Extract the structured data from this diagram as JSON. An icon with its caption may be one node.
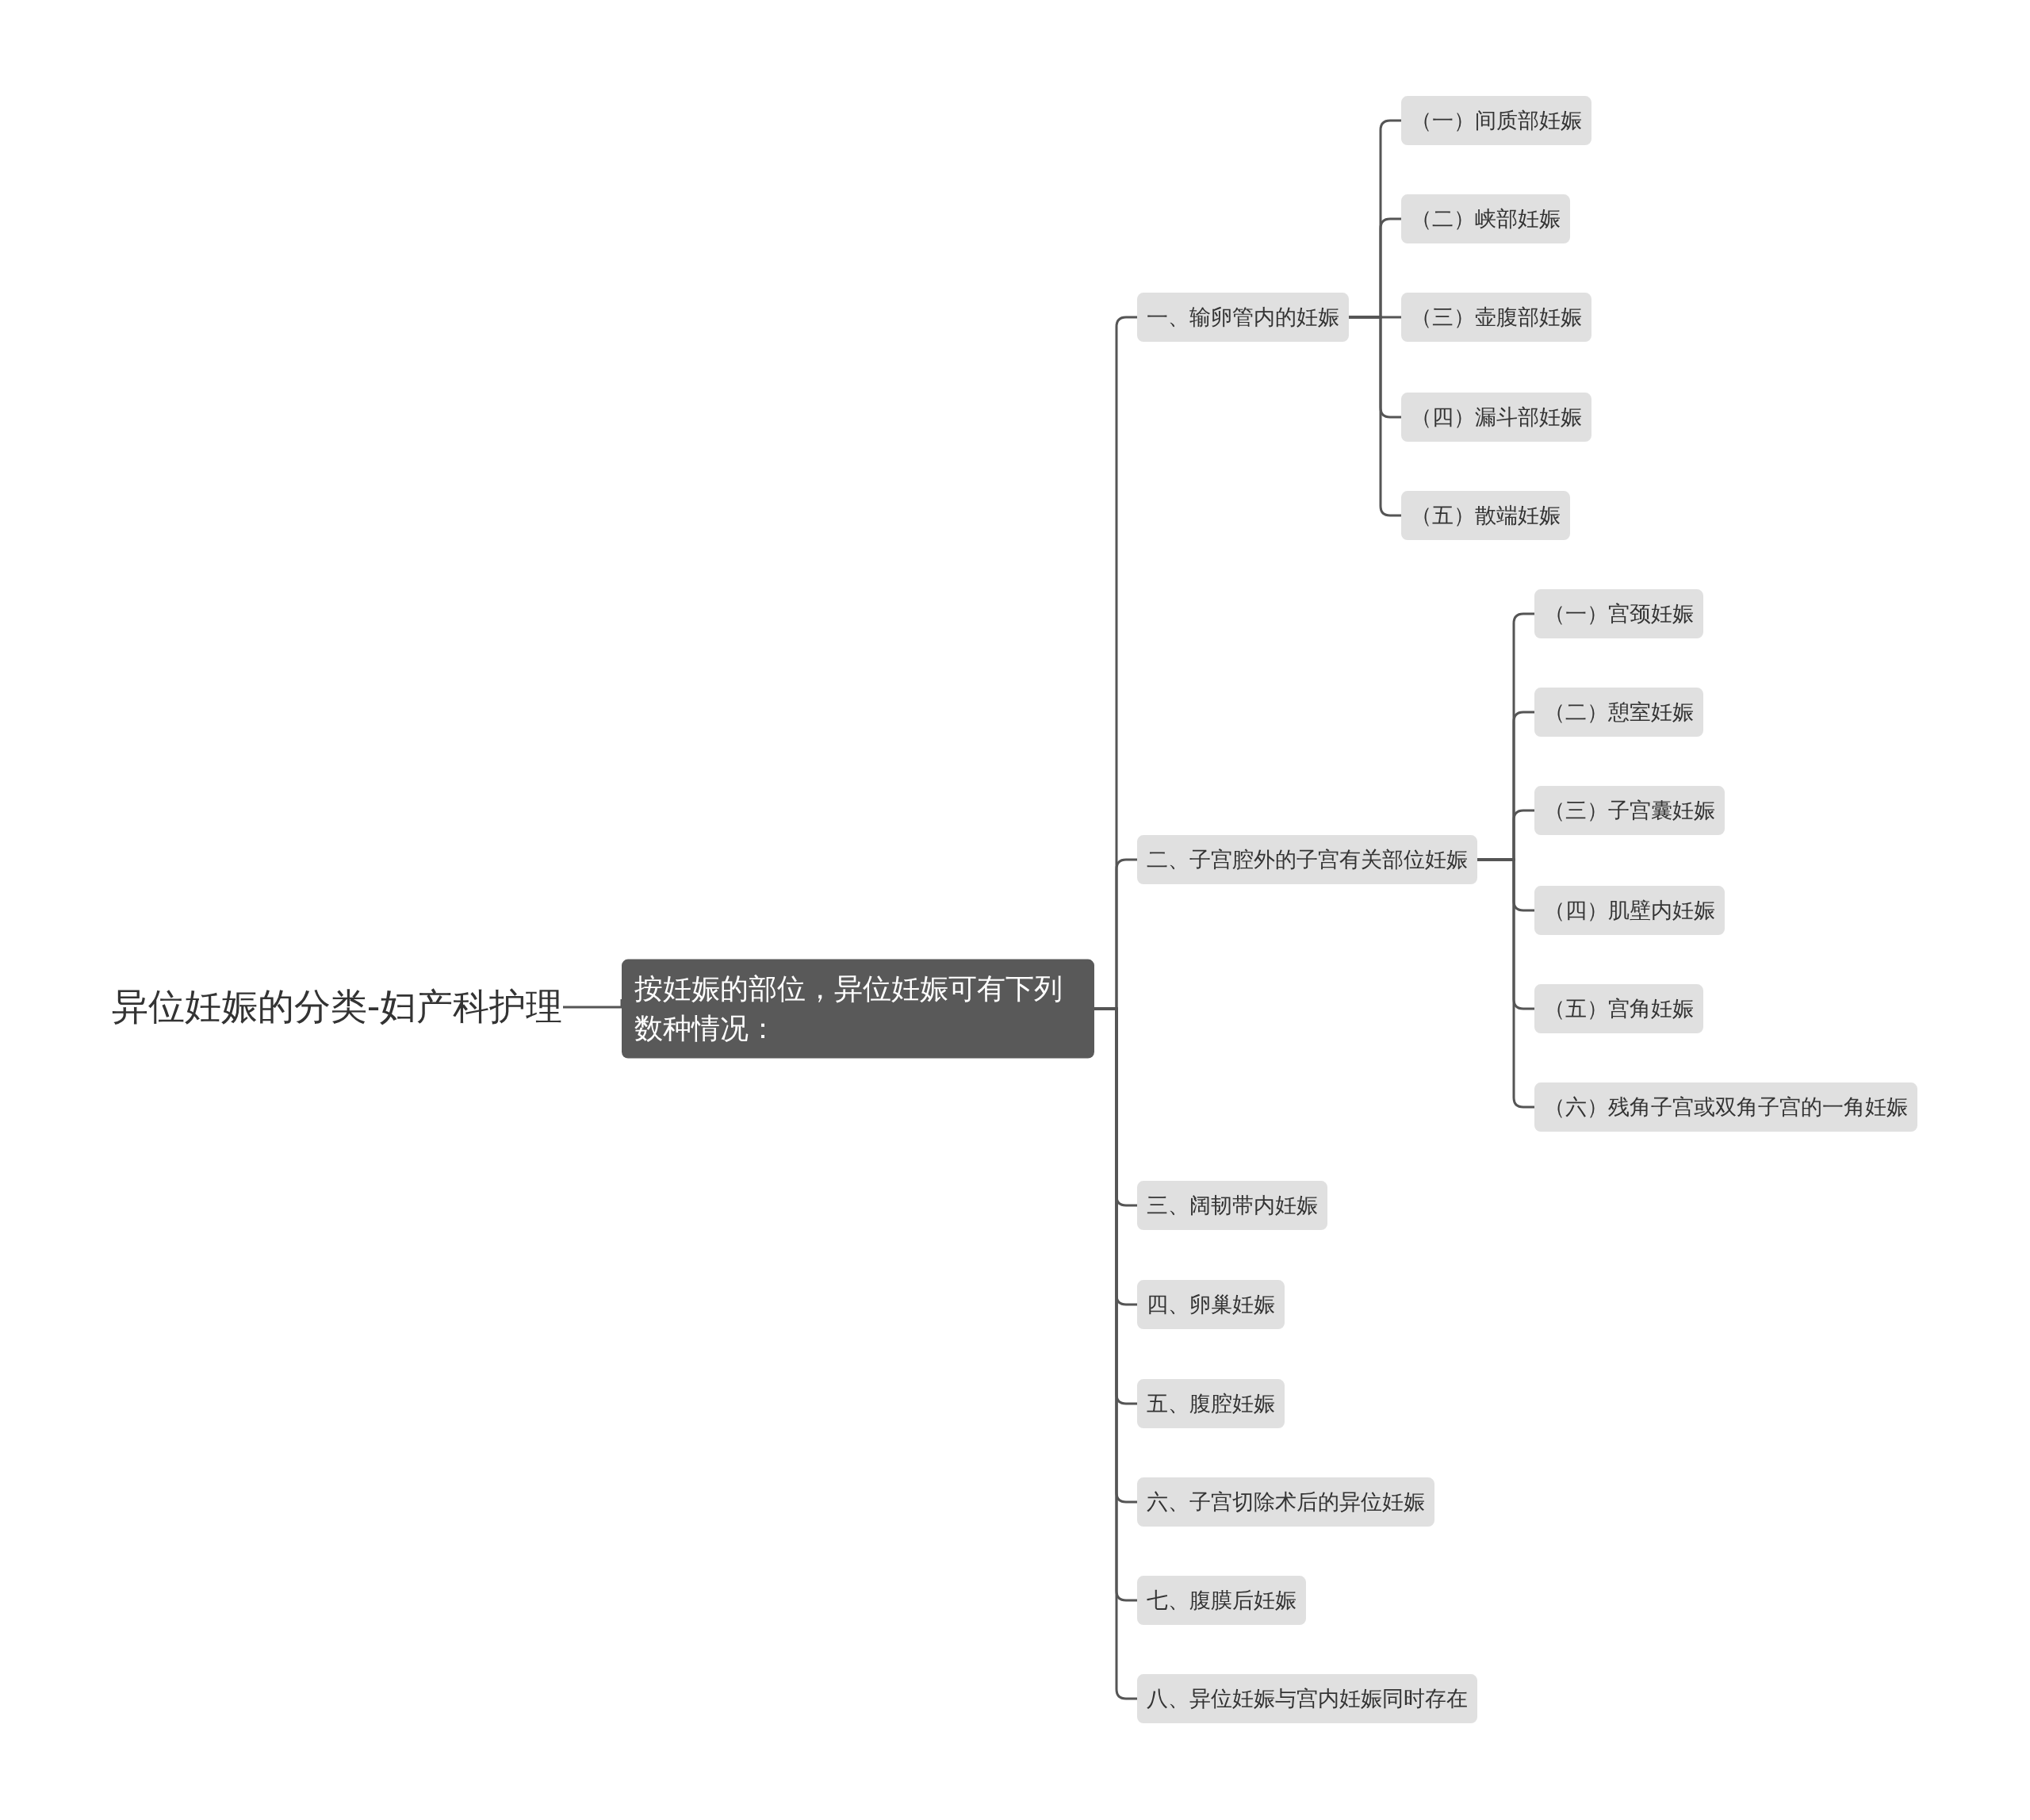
{
  "diagram": {
    "nodes": [
      {
        "text": [
          "异位妊娠的分类-妇产科护理"
        ]
      },
      {
        "text": [
          "按妊娠的部位，异位妊娠可有下列数种情况："
        ]
      },
      {
        "text": [
          "一、输卵管内的妊娠"
        ]
      },
      {
        "text": [
          "（一）间质部妊娠"
        ]
      },
      {
        "text": [
          "（二）峡部妊娠"
        ]
      },
      {
        "text": [
          "（三）壶腹部妊娠"
        ]
      },
      {
        "text": [
          "（四）漏斗部妊娠"
        ]
      },
      {
        "text": [
          "（五）散端妊娠"
        ]
      },
      {
        "text": [
          "二、子宫腔外的子宫有关部位妊娠"
        ]
      },
      {
        "text": [
          "（一）宫颈妊娠"
        ]
      },
      {
        "text": [
          "（二）憩室妊娠"
        ]
      },
      {
        "text": [
          "（三）子宫囊妊娠"
        ]
      },
      {
        "text": [
          "（四）肌壁内妊娠"
        ]
      },
      {
        "text": [
          "（五）宫角妊娠"
        ]
      },
      {
        "text": [
          "（六）残角子宫或双角子宫的一角妊娠"
        ]
      },
      {
        "text": [
          "三、阔韧带内妊娠"
        ]
      },
      {
        "text": [
          "四、卵巢妊娠"
        ]
      },
      {
        "text": [
          "五、腹腔妊娠"
        ]
      },
      {
        "text": [
          "六、子宫切除术后的异位妊娠"
        ]
      },
      {
        "text": [
          "七、腹膜后妊娠"
        ]
      },
      {
        "text": [
          "八、异位妊娠与宫内妊娠同时存在"
        ]
      }
    ],
    "edges": [
      {
        "from": 0,
        "to": 1,
        "arrow": "none"
      },
      {
        "from": 1,
        "to": 2,
        "arrow": "none"
      },
      {
        "from": 2,
        "to": 3,
        "arrow": "none"
      },
      {
        "from": 2,
        "to": 4,
        "arrow": "none"
      },
      {
        "from": 2,
        "to": 5,
        "arrow": "none"
      },
      {
        "from": 2,
        "to": 6,
        "arrow": "none"
      },
      {
        "from": 2,
        "to": 7,
        "arrow": "none"
      },
      {
        "from": 1,
        "to": 8,
        "arrow": "none"
      },
      {
        "from": 8,
        "to": 9,
        "arrow": "none"
      },
      {
        "from": 8,
        "to": 10,
        "arrow": "none"
      },
      {
        "from": 8,
        "to": 11,
        "arrow": "none"
      },
      {
        "from": 8,
        "to": 12,
        "arrow": "none"
      },
      {
        "from": 8,
        "to": 13,
        "arrow": "none"
      },
      {
        "from": 8,
        "to": 14,
        "arrow": "none"
      },
      {
        "from": 1,
        "to": 15,
        "arrow": "none"
      },
      {
        "from": 1,
        "to": 16,
        "arrow": "none"
      },
      {
        "from": 1,
        "to": 17,
        "arrow": "none"
      },
      {
        "from": 1,
        "to": 18,
        "arrow": "none"
      },
      {
        "from": 1,
        "to": 19,
        "arrow": "none"
      },
      {
        "from": 1,
        "to": 20,
        "arrow": "none"
      }
    ]
  }
}
